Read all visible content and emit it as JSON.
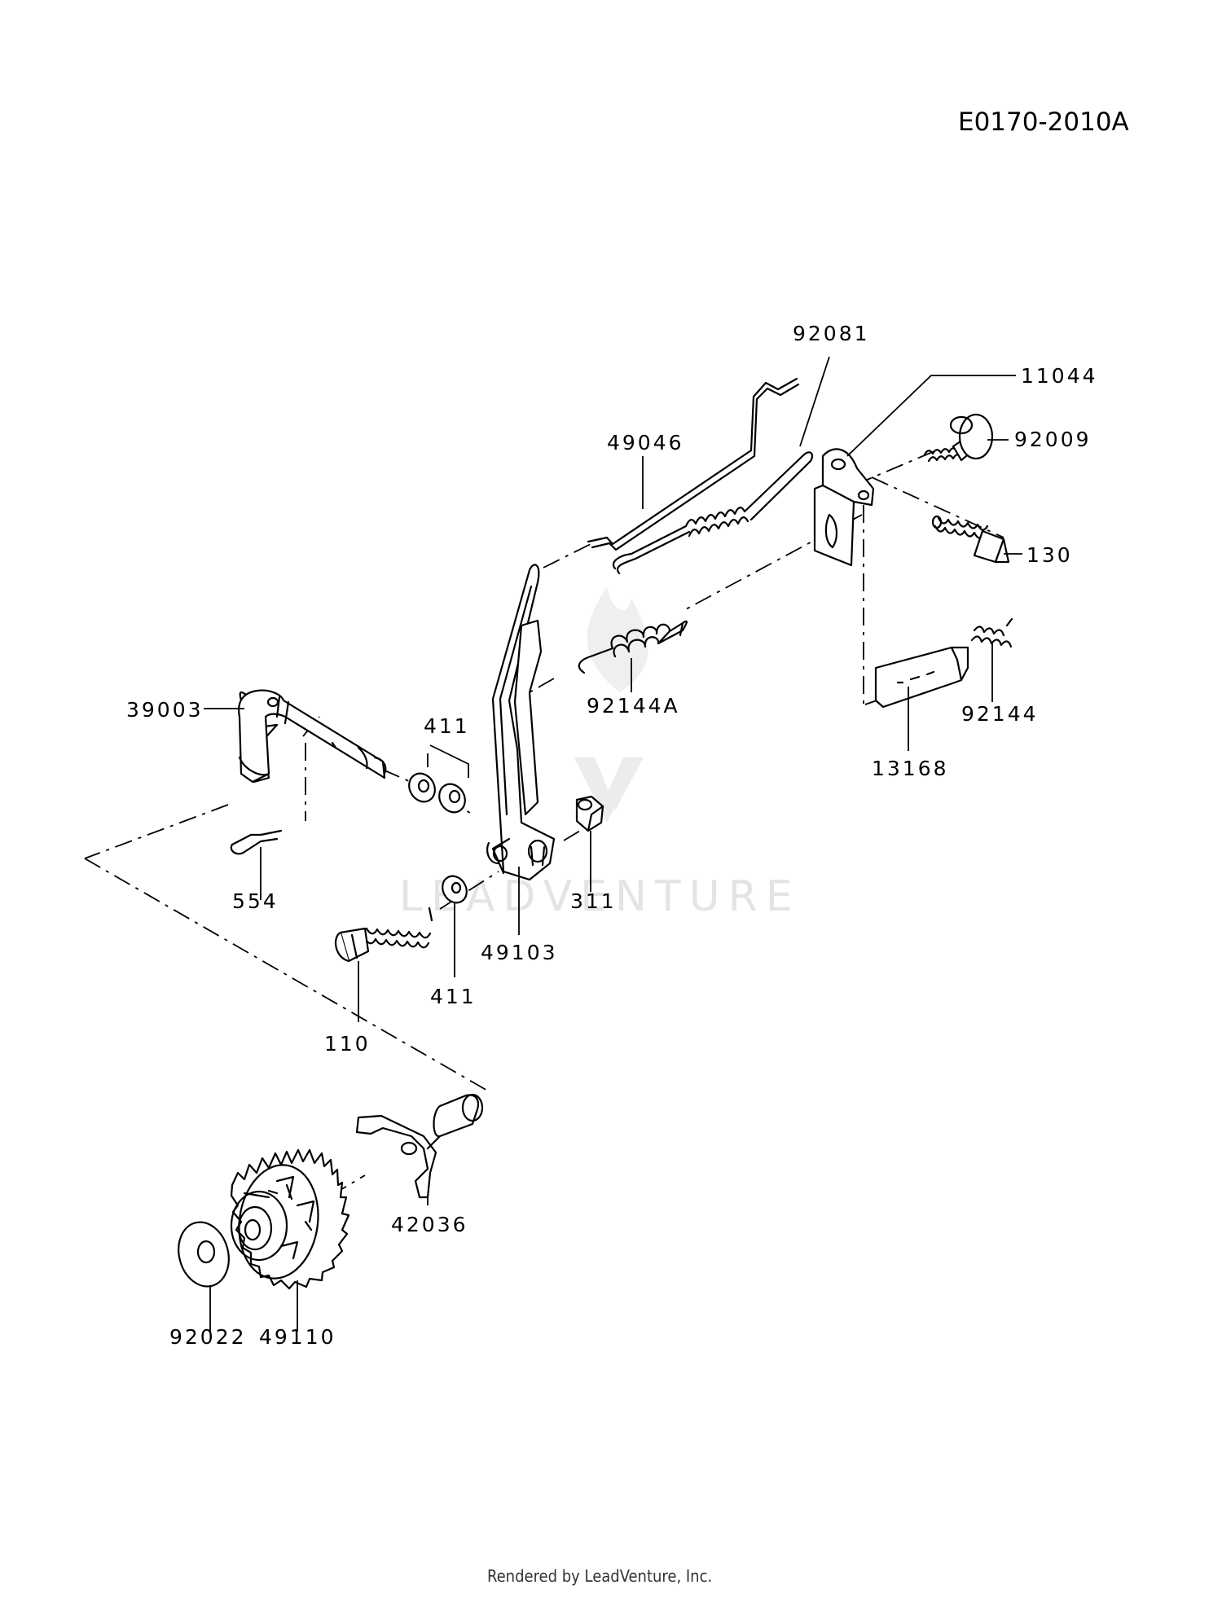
{
  "diagram": {
    "code": "E0170-2010A",
    "footer": "Rendered by LeadVenture, Inc.",
    "watermark": "LEADVENTURE",
    "parts": [
      {
        "id": "p92081",
        "label": "92081"
      },
      {
        "id": "p11044",
        "label": "11044"
      },
      {
        "id": "p49046",
        "label": "49046"
      },
      {
        "id": "p92009",
        "label": "92009"
      },
      {
        "id": "p130",
        "label": "130"
      },
      {
        "id": "p39003",
        "label": "39003"
      },
      {
        "id": "p411a",
        "label": "411"
      },
      {
        "id": "p92144A",
        "label": "92144A"
      },
      {
        "id": "p92144",
        "label": "92144"
      },
      {
        "id": "p13168",
        "label": "13168"
      },
      {
        "id": "p554",
        "label": "554"
      },
      {
        "id": "p311",
        "label": "311"
      },
      {
        "id": "p49103",
        "label": "49103"
      },
      {
        "id": "p411b",
        "label": "411"
      },
      {
        "id": "p110",
        "label": "110"
      },
      {
        "id": "p42036",
        "label": "42036"
      },
      {
        "id": "p92022",
        "label": "92022"
      },
      {
        "id": "p49110",
        "label": "49110"
      }
    ]
  }
}
